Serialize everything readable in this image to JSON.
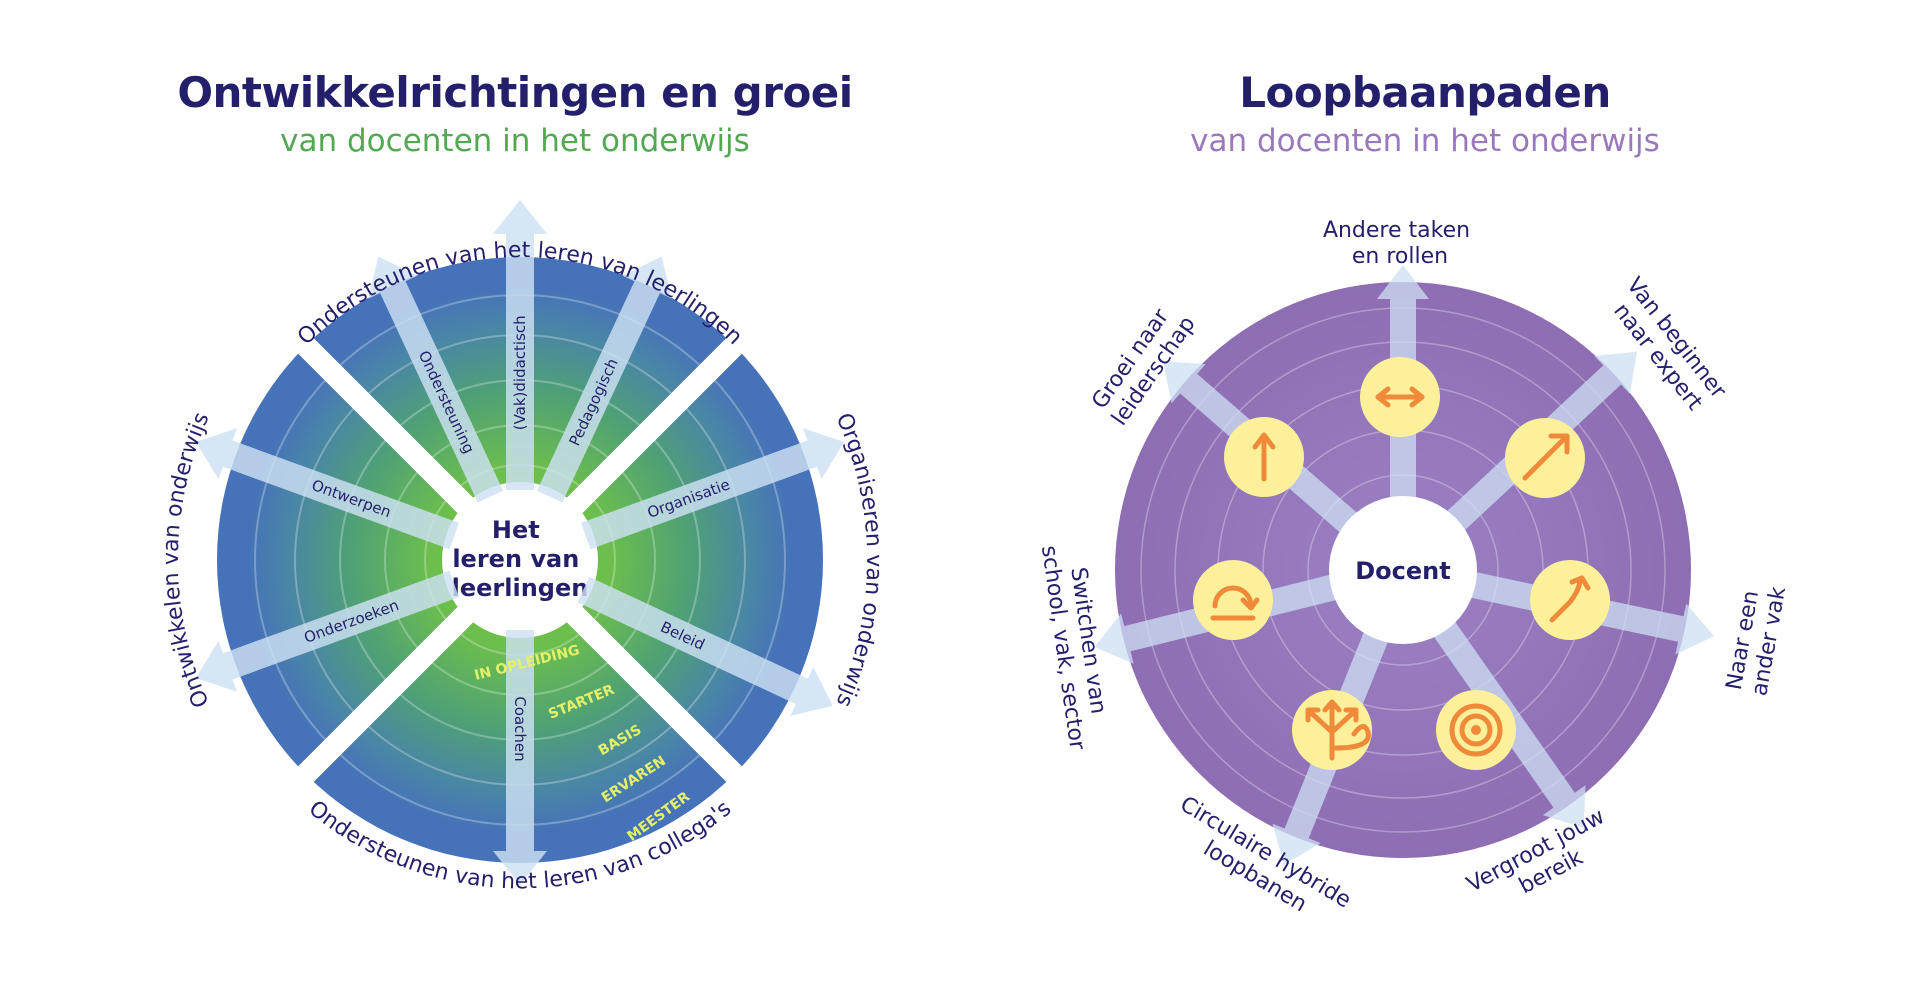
{
  "left": {
    "title": "Ontwikkelrichtingen en groei",
    "subtitle": "van docenten in het onderwijs",
    "center": [
      "Het",
      "leren van",
      "leerlingen"
    ],
    "outer": {
      "top": "Ondersteunen van het leren van leerlingen",
      "right": "Organiseren van onderwijs",
      "bottom": "Ondersteunen van het leren van collega's",
      "left": "Ontwikkelen van onderwijs"
    },
    "arrows": {
      "ondersteuning": "Ondersteuning",
      "vakdidactisch": "(Vak)didactisch",
      "pedagogisch": "Pedagogisch",
      "organisatie": "Organisatie",
      "beleid": "Beleid",
      "coachen": "Coachen",
      "onderzoeken": "Onderzoeken",
      "ontwerpen": "Ontwerpen"
    },
    "levels": [
      "IN OPLEIDING",
      "STARTER",
      "BASIS",
      "ERVAREN",
      "MEESTER"
    ],
    "colors": {
      "outer_blue": "#4b72b9",
      "inner_green": "#6cc04a",
      "title": "#241f6b",
      "subtitle": "#52a952",
      "level_text": "#e5f06a"
    }
  },
  "right": {
    "title": "Loopbaanpaden",
    "subtitle": "van docenten in het onderwijs",
    "center": "Docent",
    "paths": {
      "andere_taken": [
        "Andere taken",
        "en rollen"
      ],
      "beginner_expert": [
        "Van beginner",
        "naar expert"
      ],
      "ander_vak": [
        "Naar een",
        "ander vak"
      ],
      "vergroot_bereik": [
        "Vergroot jouw",
        "bereik"
      ],
      "circulaire": [
        "Circulaire hybride",
        "loopbanen"
      ],
      "switchen": [
        "Switchen van",
        "school, vak, sector"
      ],
      "leiderschap": [
        "Groei naar",
        "leiderschap"
      ]
    },
    "icons": [
      "double-arrow-icon",
      "diagonal-arrow-icon",
      "curved-arrow-icon",
      "target-icon",
      "multi-arrow-icon",
      "switch-arrow-icon",
      "up-arrow-icon"
    ],
    "colors": {
      "disc": "#8e6db3",
      "icon_bg": "#fdf09a",
      "icon_fg": "#ef8a3b",
      "subtitle": "#9b78bd"
    }
  }
}
